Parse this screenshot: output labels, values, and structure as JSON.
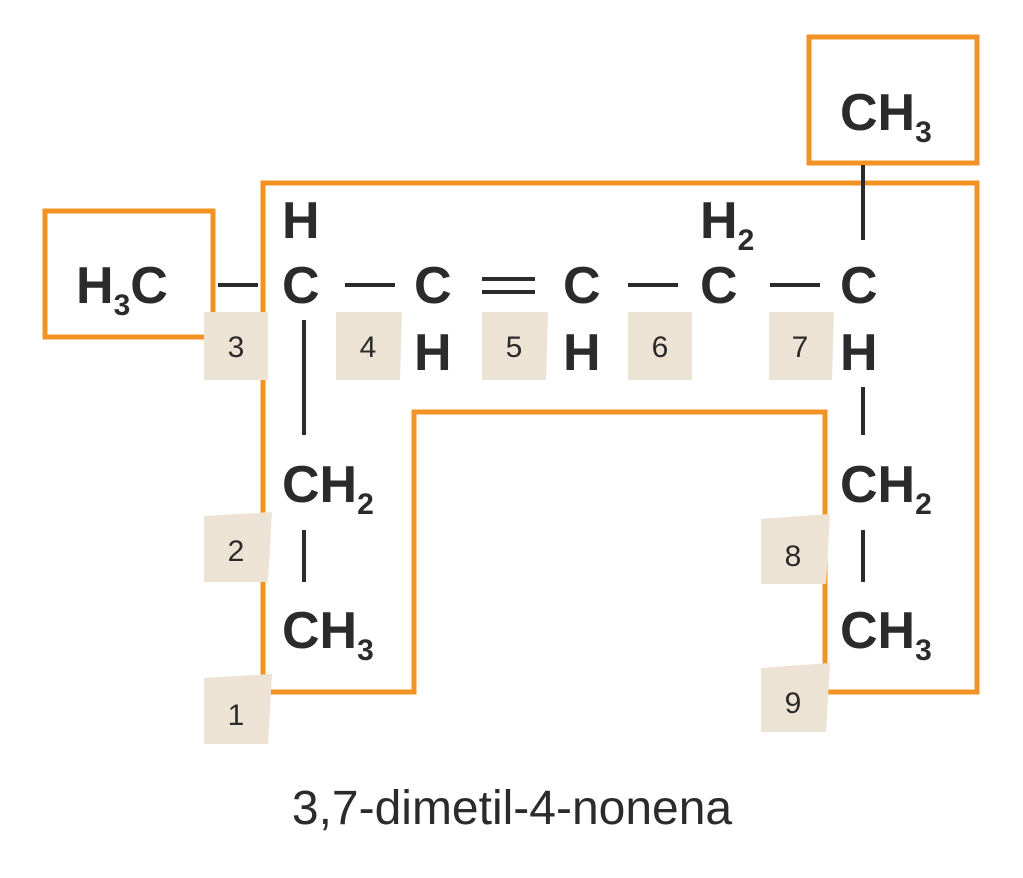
{
  "colors": {
    "chain_highlight": "#f39325",
    "number_tag": "#ede3d4",
    "text": "#2b2b2b"
  },
  "compound_name": "3,7-dimetil-4-nonena",
  "atoms": {
    "h3c_left": {
      "main": "H",
      "sub": "3",
      "tail": "C"
    },
    "c3": "C",
    "c3_h": "H",
    "c4": "C",
    "c4_h": "H",
    "c5": "C",
    "c5_h": "H",
    "c6": "C",
    "c6_h": "H",
    "c6_h_sub": "2",
    "c7": "C",
    "c7_h": "H",
    "ch3_top": {
      "main": "CH",
      "sub": "3"
    },
    "c2": {
      "main": "CH",
      "sub": "2"
    },
    "c1": {
      "main": "CH",
      "sub": "3"
    },
    "c8": {
      "main": "CH",
      "sub": "2"
    },
    "c9": {
      "main": "CH",
      "sub": "3"
    }
  },
  "chain_numbers": [
    "1",
    "2",
    "3",
    "4",
    "5",
    "6",
    "7",
    "8",
    "9"
  ]
}
